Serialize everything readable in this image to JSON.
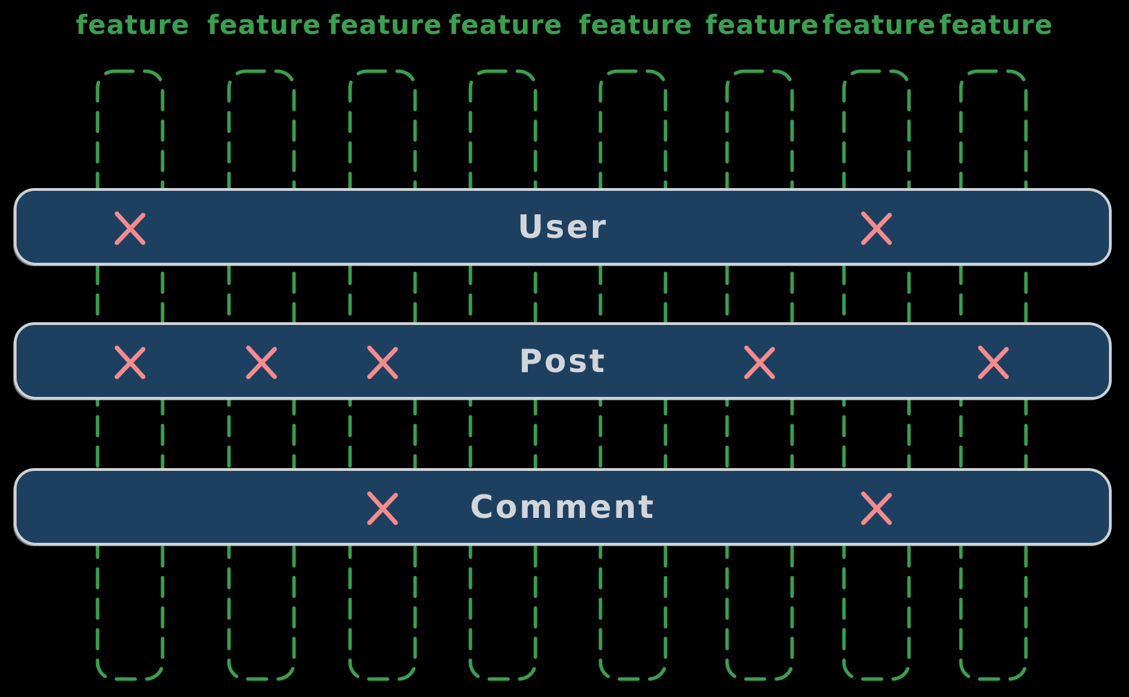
{
  "diagram": {
    "kind": "feature-entity-matrix",
    "feature_columns": [
      "feature",
      "feature",
      "feature",
      "feature",
      "feature",
      "feature",
      "feature",
      "feature"
    ],
    "entities": [
      {
        "name": "User",
        "feature_marks": [
          1,
          7
        ]
      },
      {
        "name": "Post",
        "feature_marks": [
          1,
          2,
          3,
          6,
          8
        ]
      },
      {
        "name": "Comment",
        "feature_marks": [
          3,
          7
        ]
      }
    ],
    "mark_glyph": "x-mark",
    "colors": {
      "background": "#000000",
      "feature_green": "#3aa04f",
      "bar_fill": "#1d4060",
      "bar_border": "#ccd2d6",
      "entity_text": "#d2d6da",
      "x_mark": "#f68b8d"
    }
  }
}
